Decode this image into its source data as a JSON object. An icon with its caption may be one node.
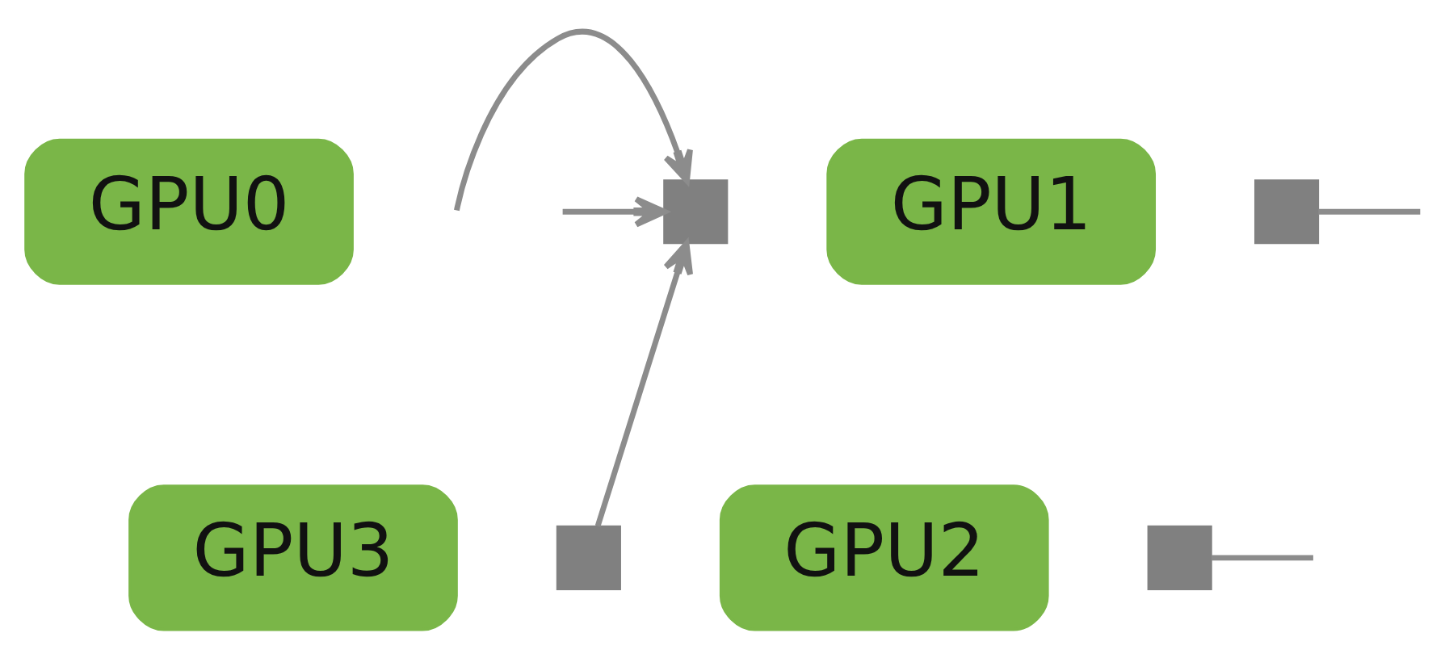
{
  "diagram": {
    "nodes": [
      {
        "text": [
          "GPU0"
        ]
      },
      {
        "text": [],
        "shape": "box"
      },
      {
        "text": [
          "GPU1"
        ]
      },
      {
        "text": [],
        "shape": "box"
      },
      {
        "text": [
          "GPU3"
        ]
      },
      {
        "text": [],
        "shape": "box"
      },
      {
        "text": [
          "GPU2"
        ]
      },
      {
        "text": [],
        "shape": "box"
      }
    ],
    "edges": [
      {
        "from": 5,
        "to": 1,
        "arrow": "to"
      },
      {
        "from": null,
        "to": 1,
        "arrow": "to"
      },
      {
        "from": null,
        "to": 1,
        "arrow": "to"
      },
      {
        "from": 3,
        "to": null,
        "arrow": "none"
      },
      {
        "from": 7,
        "to": null,
        "arrow": "none"
      }
    ]
  }
}
